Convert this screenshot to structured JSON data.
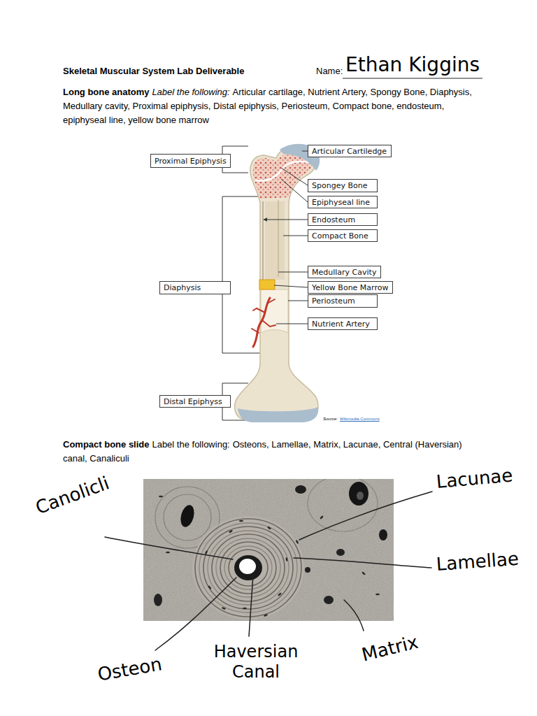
{
  "diagram": {
    "title": "Skeletal Muscular System Lab Deliverable",
    "nodes": [
      {
        "text": [
          "Articular Cartiledge"
        ]
      },
      {
        "text": [
          "Proximal Epiphysis"
        ]
      },
      {
        "text": [
          "Spongey Bone"
        ]
      },
      {
        "text": [
          "Epiphyseal line"
        ]
      },
      {
        "text": [
          "Endosteum"
        ]
      },
      {
        "text": [
          "Compact Bone"
        ]
      },
      {
        "text": [
          "Medullary Cavity"
        ]
      },
      {
        "text": [
          "Diaphysis"
        ]
      },
      {
        "text": [
          "Yellow Bone Marrow"
        ]
      },
      {
        "text": [
          "Periosteum"
        ]
      },
      {
        "text": [
          "Nutrient Artery"
        ]
      },
      {
        "text": [
          "Distal Epiphyss"
        ]
      }
    ],
    "labels": [
      "Name:",
      "Ethan Kiggins",
      "Long bone anatomy",
      "Label the following:",
      "Articular cartilage, Nutrient Artery, Spongy Bone, Diaphysis, Medullary cavity, Proximal epiphysis, Distal epiphysis, Periosteum, Compact bone, endosteum, epiphyseal line, yellow bone marrow",
      "Source:",
      "Wikimedia Commons",
      "Compact bone slide",
      "Label the following:",
      "Osteons, Lamellae, Matrix, Lacunae, Central (Haversian) canal, Canaliculi",
      "Canolicli",
      "Lacunae",
      "Lamellae",
      "Osteon",
      "Haversian Canal",
      "Matrix"
    ]
  }
}
